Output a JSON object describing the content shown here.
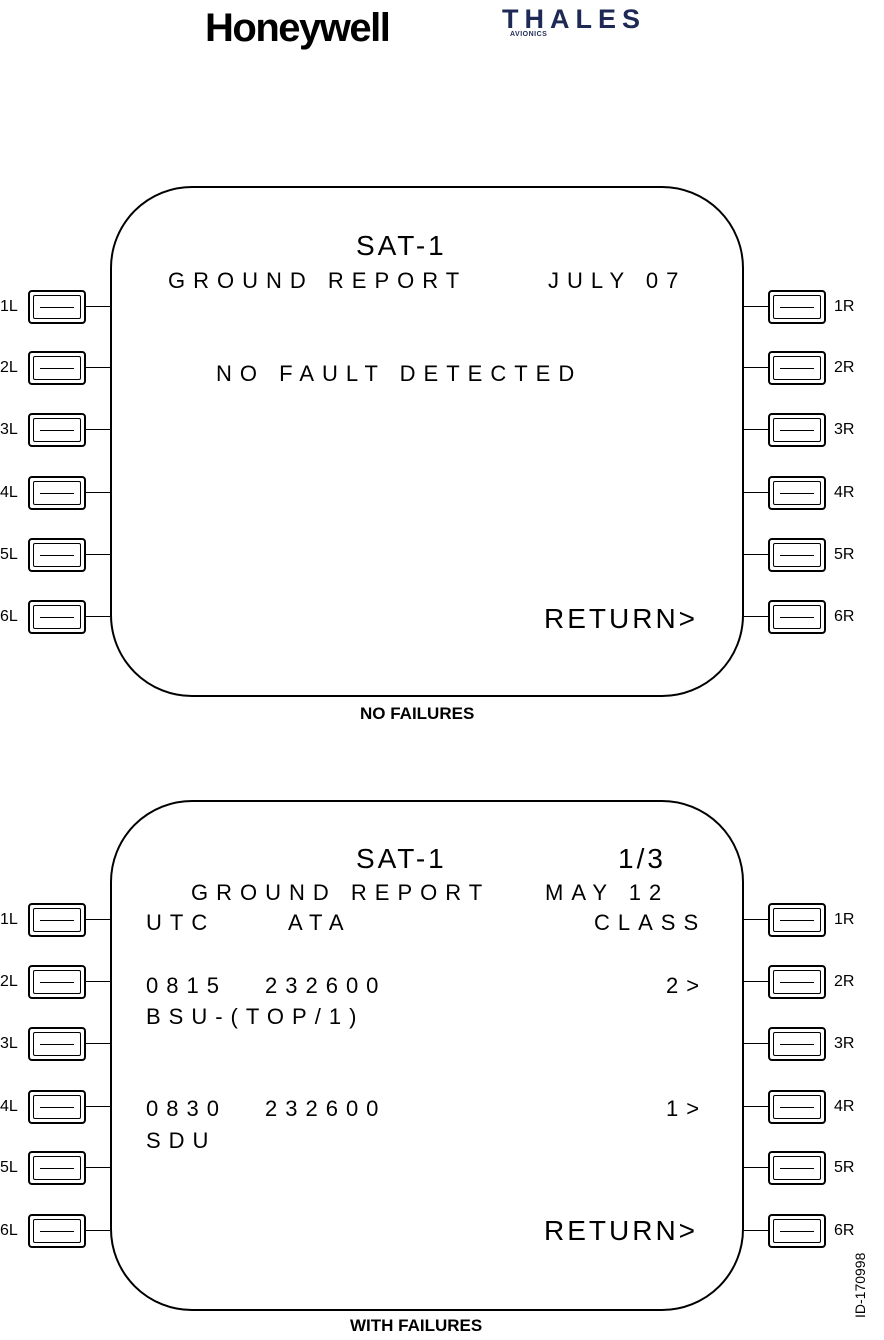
{
  "header": {
    "honeywell_logo": "Honeywell",
    "thales_logo": "THALES",
    "thales_sub": "AVIONICS"
  },
  "key_labels": {
    "left": [
      "1L",
      "2L",
      "3L",
      "4L",
      "5L",
      "6L"
    ],
    "right": [
      "1R",
      "2R",
      "3R",
      "4R",
      "5R",
      "6R"
    ]
  },
  "no_failures": {
    "title": "SAT-1",
    "subtitle": "GROUND REPORT",
    "date": "JULY 07",
    "message": "NO FAULT DETECTED",
    "return_label": "RETURN>",
    "caption": "NO FAILURES"
  },
  "with_failures": {
    "title": "SAT-1",
    "page": "1/3",
    "subtitle": "GROUND REPORT",
    "date": "MAY 12",
    "col_utc": "UTC",
    "col_ata": "ATA",
    "col_class": "CLASS",
    "faults": [
      {
        "time": "0815",
        "ata": "232600",
        "class": "2>",
        "unit": "BSU-(TOP/1)"
      },
      {
        "time": "0830",
        "ata": "232600",
        "class": "1>",
        "unit": "SDU"
      }
    ],
    "return_label": "RETURN>",
    "caption": "WITH FAILURES"
  },
  "doc_id": "ID-170998"
}
